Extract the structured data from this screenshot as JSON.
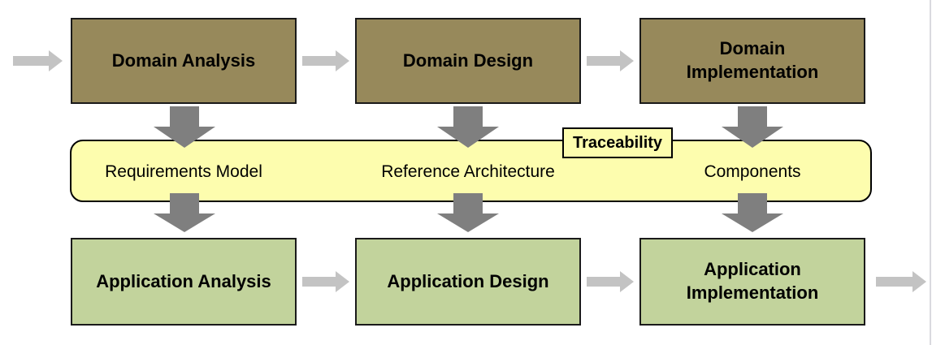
{
  "colors": {
    "background": "#FFFFFF",
    "domain_box_fill": "#97895B",
    "application_box_fill": "#C2D39C",
    "band_fill": "#FDFDAE",
    "box_border": "#1A1A1A",
    "band_border": "#000000",
    "flow_arrow": "#C3C3C3",
    "block_arrow": "#7F7F7F",
    "page_edge": "#D9D9DF"
  },
  "top_row": {
    "boxes": [
      {
        "label": "Domain Analysis"
      },
      {
        "label": "Domain Design"
      },
      {
        "label": "Domain\nImplementation"
      }
    ]
  },
  "band": {
    "labels": [
      "Requirements Model",
      "Reference Architecture",
      "Components"
    ],
    "tag": "Traceability"
  },
  "bottom_row": {
    "boxes": [
      {
        "label": "Application Analysis"
      },
      {
        "label": "Application Design"
      },
      {
        "label": "Application\nImplementation"
      }
    ]
  }
}
